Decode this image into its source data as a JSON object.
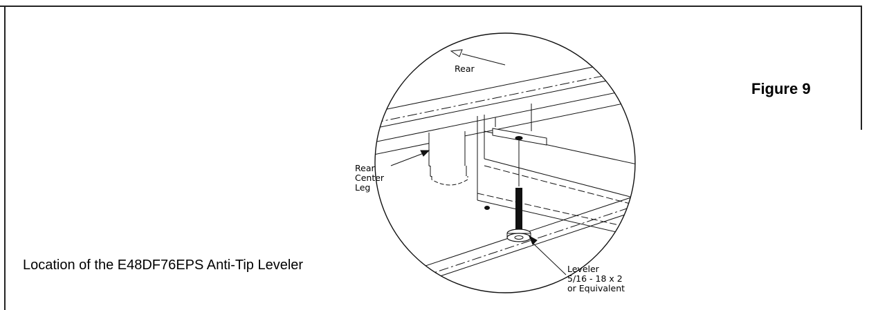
{
  "figure": {
    "label": "Figure 9"
  },
  "caption": "Location of the E48DF76EPS Anti-Tip Leveler",
  "callouts": {
    "rear_arrow": "Rear",
    "rear_center_leg": [
      "Rear",
      "Center",
      "Leg"
    ],
    "leveler": [
      "Leveler",
      "5/16 - 18 x 2",
      "or Equivalent"
    ]
  }
}
